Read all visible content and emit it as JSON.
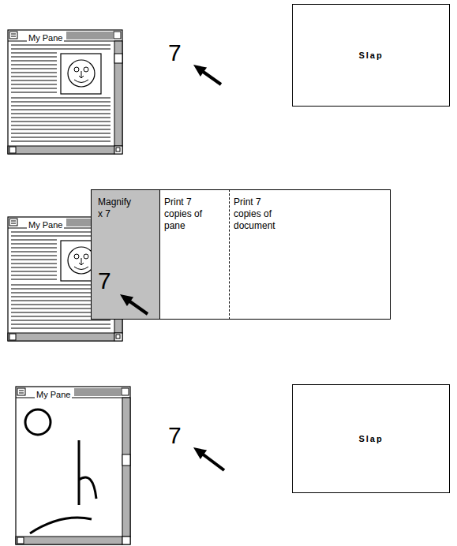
{
  "diagram": {
    "nodes": [
      {
        "text": [
          "My Pane"
        ]
      },
      {
        "text": [
          "Slap"
        ]
      },
      {
        "text": [
          "My Pane"
        ]
      },
      {
        "text": [
          "Magnify x 7",
          "7"
        ]
      },
      {
        "text": [
          "Print 7 copies of pane"
        ]
      },
      {
        "text": [
          "Print 7 copies of document"
        ]
      },
      {
        "text": [
          "My Pane"
        ]
      },
      {
        "text": [
          "Slap"
        ]
      }
    ],
    "labels": [
      "7",
      "7"
    ]
  }
}
